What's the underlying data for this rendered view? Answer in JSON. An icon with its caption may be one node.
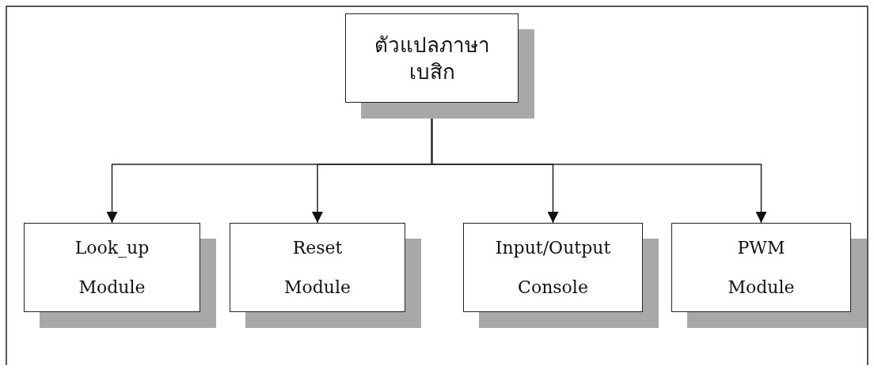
{
  "diagram": {
    "nodes": [
      {
        "text": [
          "ตัวแปลภาษาเบสิก"
        ]
      },
      {
        "text": [
          "Look_up Module"
        ]
      },
      {
        "text": [
          "Reset Module"
        ]
      },
      {
        "text": [
          "Input/Output Console"
        ]
      },
      {
        "text": [
          "PWM Module"
        ]
      }
    ],
    "edges": [
      {
        "from": 0,
        "to": 1,
        "arrow": "to"
      },
      {
        "from": 0,
        "to": 2,
        "arrow": "to"
      },
      {
        "from": 0,
        "to": 3,
        "arrow": "to"
      },
      {
        "from": 0,
        "to": 4,
        "arrow": "to"
      }
    ]
  }
}
